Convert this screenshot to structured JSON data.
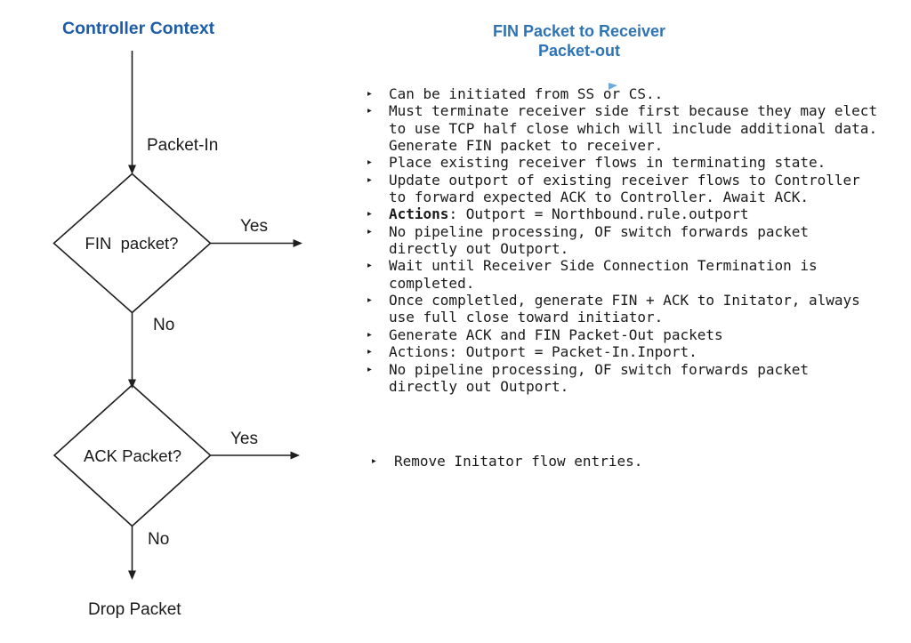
{
  "left_panel": {
    "title": "Controller Context",
    "packet_in_label": "Packet-In",
    "fin_diamond_label": "FIN  packet?",
    "fin_yes_label": "Yes",
    "fin_no_label": "No",
    "ack_diamond_label": "ACK Packet?",
    "ack_yes_label": "Yes",
    "ack_no_label": "No",
    "drop_label": "Drop Packet"
  },
  "right_panel": {
    "title_line1": "FIN Packet to Receiver",
    "title_line2": "Packet-out",
    "bullet_char": "▸",
    "bullets": [
      {
        "text": "Can be initiated from SS or CS.."
      },
      {
        "text": "Must terminate receiver side first because they may elect\nto use TCP half close which will include additional data.\nGenerate FIN packet to receiver."
      },
      {
        "text": "Place existing receiver flows in terminating state."
      },
      {
        "text": "Update outport of existing receiver flows to Controller\nto forward expected ACK to Controller. Await ACK."
      },
      {
        "bold": "Actions",
        "text": ": Outport = Northbound.rule.outport"
      },
      {
        "text": "No pipeline processing, OF switch forwards packet\ndirectly out Outport."
      },
      {
        "text": "Wait until Receiver Side Connection Termination is\ncompleted."
      },
      {
        "text": "Once completled, generate FIN + ACK to Initator, always\nuse full close toward initiator."
      },
      {
        "text": "Generate ACK and FIN Packet-Out packets"
      },
      {
        "text": "Actions: Outport = Packet-In.Inport."
      },
      {
        "text": "No pipeline processing, OF switch forwards packet\ndirectly out Outport."
      }
    ],
    "bullets2": [
      {
        "text": "Remove Initator flow entries."
      }
    ]
  },
  "colors": {
    "left_title_blue": "#1D5CA9",
    "right_title_blue": "#2E74B5",
    "cursor_blue": "#6FA8DC",
    "line_color": "#1f1f1f"
  }
}
